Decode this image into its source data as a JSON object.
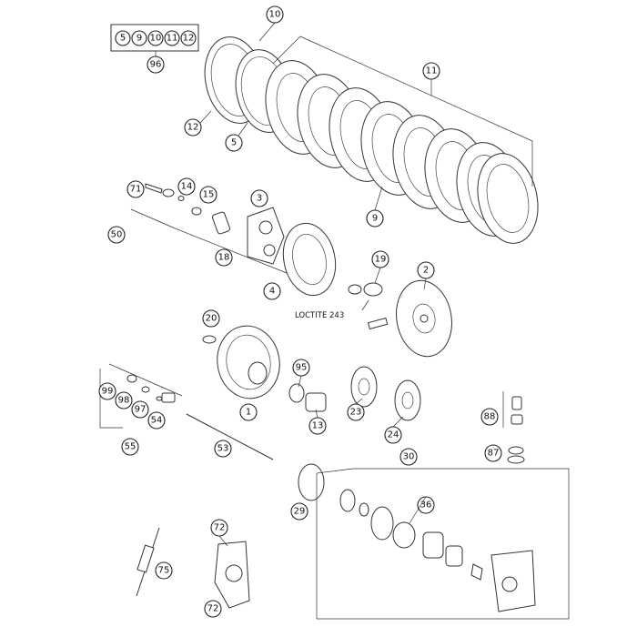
{
  "diagram": {
    "kit_box_labels": [
      "5",
      "9",
      "10",
      "11",
      "12"
    ],
    "callouts": {
      "c96": "96",
      "c10": "10",
      "c11": "11",
      "c12": "12",
      "c5": "5",
      "c9": "9",
      "c71": "71",
      "c14": "14",
      "c15": "15",
      "c3": "3",
      "c50": "50",
      "c18": "18",
      "c4": "4",
      "c19": "19",
      "c2": "2",
      "c20": "20",
      "c95": "95",
      "c99": "99",
      "c98": "98",
      "c97": "97",
      "c54": "54",
      "c1": "1",
      "c23": "23",
      "c24": "24",
      "c13": "13",
      "c55": "55",
      "c53": "53",
      "c88": "88",
      "c87": "87",
      "c30": "30",
      "c36": "36",
      "c29": "29",
      "c72a": "72",
      "c72b": "72",
      "c75": "75"
    },
    "loctite_note": "LOCTITE 243"
  }
}
